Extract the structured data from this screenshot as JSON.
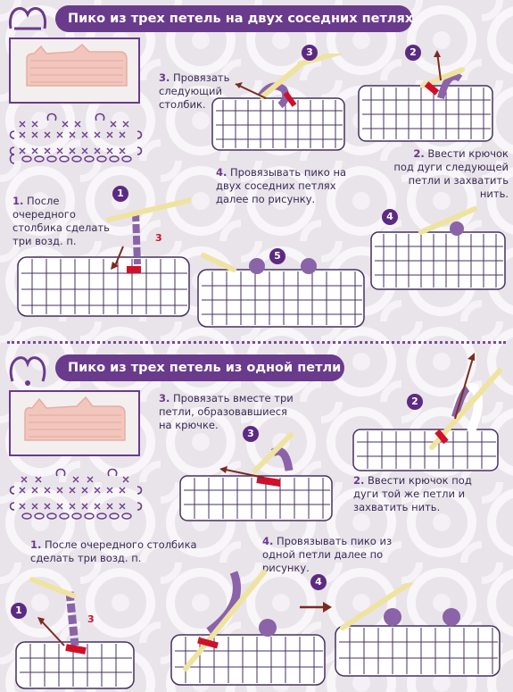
{
  "section1": {
    "title": "Пико из трех петель на двух соседних петлях",
    "steps": {
      "s1_num": "1.",
      "s1_text": "После очередного столбика сделать три возд. п.",
      "s2_num": "2.",
      "s2_text": "Ввести крючок под дуги следующей петли и захватить нить.",
      "s3_num": "3.",
      "s3_text": "Провязать следующий столбик.",
      "s4_num": "4.",
      "s4_text": "Провязывать пико на двух соседних петлях далее по рисунку."
    },
    "badges": [
      "1",
      "2",
      "3",
      "4",
      "5"
    ],
    "red_label": "3"
  },
  "section2": {
    "title": "Пико из трех петель из одной петли",
    "steps": {
      "s1_num": "1.",
      "s1_text": "После очередного столбика сделать три возд. п.",
      "s2_num": "2.",
      "s2_text": "Ввести крючок под дуги той же петли и захватить нить.",
      "s3_num": "3.",
      "s3_text": "Провязать вместе три петли, образовавшиеся на крючке.",
      "s4_num": "4.",
      "s4_text": "Провязывать пико из одной петли далее по рисунку."
    },
    "badges": [
      "1",
      "2",
      "3",
      "4"
    ],
    "red_label": "3"
  },
  "colors": {
    "accent": "#6a3a8c",
    "badge": "#5b2a82",
    "yarn_white": "#ffffff",
    "yarn_purple": "#8a63a8",
    "yarn_red": "#d0102a",
    "hook": "#f1e7a6",
    "swatch": "#f2c6bd"
  },
  "icons": [
    "yarn-loop-icon",
    "hook-icon",
    "arrow-icon"
  ]
}
